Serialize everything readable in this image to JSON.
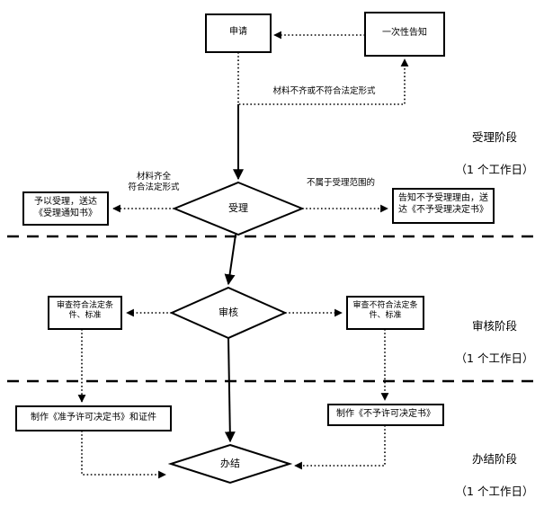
{
  "diagram": {
    "title_present": false,
    "colors": {
      "stroke": "#000000",
      "background": "#ffffff",
      "text": "#000000"
    },
    "nodes": [
      {
        "id": "apply",
        "type": "process",
        "label": "申请"
      },
      {
        "id": "one-time-notice",
        "type": "process",
        "label": "一次性告知"
      },
      {
        "id": "accept-decision",
        "type": "decision",
        "label": "受理"
      },
      {
        "id": "grant-accept",
        "type": "process",
        "label": "予以受理，送达\n《受理通知书》"
      },
      {
        "id": "refuse-accept",
        "type": "process",
        "label": "告知不予受理理由，送\n达《不予受理决定书》"
      },
      {
        "id": "review-decision",
        "type": "decision",
        "label": "审核"
      },
      {
        "id": "review-pass",
        "type": "process",
        "label": "审查符合法定条\n件、标准"
      },
      {
        "id": "review-fail",
        "type": "process",
        "label": "审查不符合法定条\n件、标准"
      },
      {
        "id": "make-approval",
        "type": "process",
        "label": "制作《准予许可决定书》和证件"
      },
      {
        "id": "make-rejection",
        "type": "process",
        "label": "制作《不予许可决定书》"
      },
      {
        "id": "complete",
        "type": "decision",
        "label": "办结"
      }
    ],
    "edge_labels": [
      {
        "id": "materials-incomplete",
        "label": "材料不齐或不符合法定形式"
      },
      {
        "id": "materials-complete",
        "label": "材料齐全\n符合法定形式"
      },
      {
        "id": "out-of-scope",
        "label": "不属于受理范围的"
      }
    ],
    "stages": [
      {
        "id": "stage-acceptance",
        "name": "受理阶段",
        "duration": "（1 个工作日）"
      },
      {
        "id": "stage-review",
        "name": "审核阶段",
        "duration": "（1 个工作日）"
      },
      {
        "id": "stage-completion",
        "name": "办结阶段",
        "duration": "（1 个工作日）"
      }
    ]
  }
}
